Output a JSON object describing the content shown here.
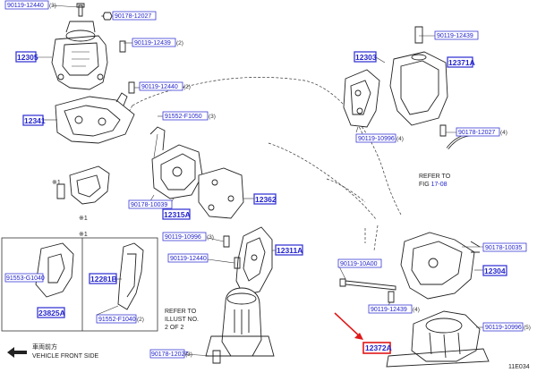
{
  "labels": {
    "l1": {
      "code": "90119-12440",
      "qty": "(3)"
    },
    "l2": {
      "code": "90178-12027",
      "qty": ""
    },
    "l3": {
      "code": "12305",
      "qty": ""
    },
    "l4": {
      "code": "90119-12439",
      "qty": "(2)"
    },
    "l5": {
      "code": "90119-12440",
      "qty": "(2)"
    },
    "l6": {
      "code": "12341",
      "qty": ""
    },
    "l7": {
      "code": "91552-F1050",
      "qty": "(3)"
    },
    "l8": {
      "code": "90178-10039",
      "qty": ""
    },
    "l9": {
      "code": "12315A",
      "qty": ""
    },
    "l10": {
      "code": "12362",
      "qty": ""
    },
    "l11": {
      "code": "12303",
      "qty": ""
    },
    "l12": {
      "code": "90119-12439",
      "qty": ""
    },
    "l13": {
      "code": "12371A",
      "qty": ""
    },
    "l14": {
      "code": "90119-10996",
      "qty": "(4)"
    },
    "l15": {
      "code": "90178-12027",
      "qty": "(4)"
    },
    "l16": {
      "code": "90119-10996",
      "qty": "(3)"
    },
    "l17": {
      "code": "12311A",
      "qty": ""
    },
    "l18": {
      "code": "90119-12440",
      "qty": ""
    },
    "l19": {
      "code": "90178-10035",
      "qty": ""
    },
    "l20": {
      "code": "90119-10A00",
      "qty": ""
    },
    "l21": {
      "code": "12304",
      "qty": ""
    },
    "l22": {
      "code": "90119-12439",
      "qty": "(4)"
    },
    "l23": {
      "code": "90119-10996",
      "qty": "(5)"
    },
    "l24": {
      "code": "12372A",
      "qty": ""
    },
    "l25": {
      "code": "90178-12027",
      "qty": "(3)"
    },
    "l26": {
      "code": "91553-G1040",
      "qty": ""
    },
    "l27": {
      "code": "12281B",
      "qty": ""
    },
    "l28": {
      "code": "23825A",
      "qty": ""
    },
    "l29": {
      "code": "91552-F1040",
      "qty": "(2)"
    }
  },
  "notes": {
    "refer_fig_line1": "REFER TO",
    "refer_fig_prefix": "FIG ",
    "refer_fig_num": "17-08",
    "refer_illust_1": "REFER TO",
    "refer_illust_2": "ILLUST NO.",
    "refer_illust_3": "2 OF 2",
    "asterisk": "※1",
    "vehicle_front_cn": "車両前方",
    "vehicle_front_en": "VEHICLE FRONT SIDE",
    "figure_id": "11E034"
  },
  "colors": {
    "label_blue": "#2323cc",
    "callout_red": "#e01818",
    "line": "#222222"
  }
}
